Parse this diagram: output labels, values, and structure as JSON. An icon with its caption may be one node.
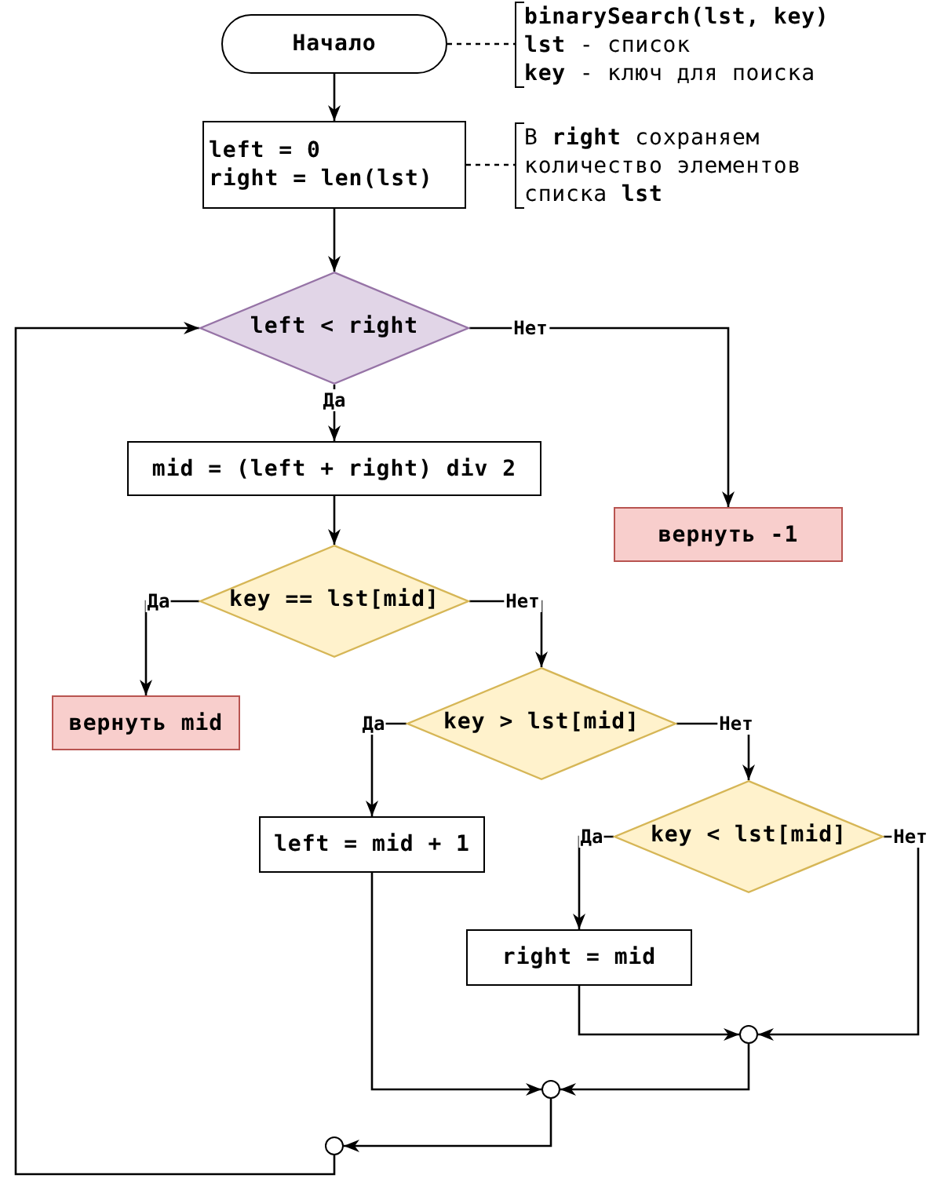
{
  "diagram": {
    "nodes": [
      {
        "text": [
          "Начало"
        ]
      },
      {
        "text": [
          "left = 0",
          "right = len(lst)"
        ]
      },
      {
        "text": [
          "binarySearch(lst, key)",
          "**lst** - список",
          "**key** - ключ для поиска"
        ]
      },
      {
        "text": [
          "В **right** сохраняем количество элементов списка **lst**"
        ]
      },
      {
        "text": [
          "left < right"
        ]
      },
      {
        "text": [
          "mid = (left + right) div 2"
        ]
      },
      {
        "text": [
          "вернуть -1"
        ]
      },
      {
        "text": [
          "key == lst[mid]"
        ]
      },
      {
        "text": [
          "вернуть mid"
        ]
      },
      {
        "text": [
          "key > lst[mid]"
        ]
      },
      {
        "text": [
          "left = mid + 1"
        ]
      },
      {
        "text": [
          "key < lst[mid]"
        ]
      },
      {
        "text": [
          "right = mid"
        ]
      },
      {
        "text": [],
        "shape": "circle"
      },
      {
        "text": [],
        "shape": "circle"
      },
      {
        "text": [],
        "shape": "circle"
      }
    ],
    "edges": [
      {
        "from": 0,
        "to": 1,
        "arrow": "to"
      },
      {
        "from": 0,
        "to": 2,
        "arrow": "none",
        "style": "dashed"
      },
      {
        "from": 1,
        "to": 4,
        "arrow": "to"
      },
      {
        "from": 1,
        "to": 3,
        "arrow": "none",
        "style": "dashed"
      },
      {
        "from": 4,
        "to": 5,
        "arrow": "to",
        "label": "Да"
      },
      {
        "from": 4,
        "to": 6,
        "arrow": "to",
        "label": "Нет"
      },
      {
        "from": 5,
        "to": 7,
        "arrow": "to"
      },
      {
        "from": 7,
        "to": 8,
        "arrow": "to",
        "label": "Да"
      },
      {
        "from": 7,
        "to": 9,
        "arrow": "to",
        "label": "Нет"
      },
      {
        "from": 9,
        "to": 10,
        "arrow": "to",
        "label": "Да"
      },
      {
        "from": 9,
        "to": 11,
        "arrow": "to",
        "label": "Нет"
      },
      {
        "from": 11,
        "to": 12,
        "arrow": "to",
        "label": "Да"
      },
      {
        "from": 11,
        "to": 13,
        "arrow": "to",
        "label": "Нет"
      },
      {
        "from": 12,
        "to": 13,
        "arrow": "to"
      },
      {
        "from": 10,
        "to": 14,
        "arrow": "to"
      },
      {
        "from": 13,
        "to": 14,
        "arrow": "to"
      },
      {
        "from": 14,
        "to": 15,
        "arrow": "to"
      },
      {
        "from": 15,
        "to": 4,
        "arrow": "to"
      }
    ]
  }
}
